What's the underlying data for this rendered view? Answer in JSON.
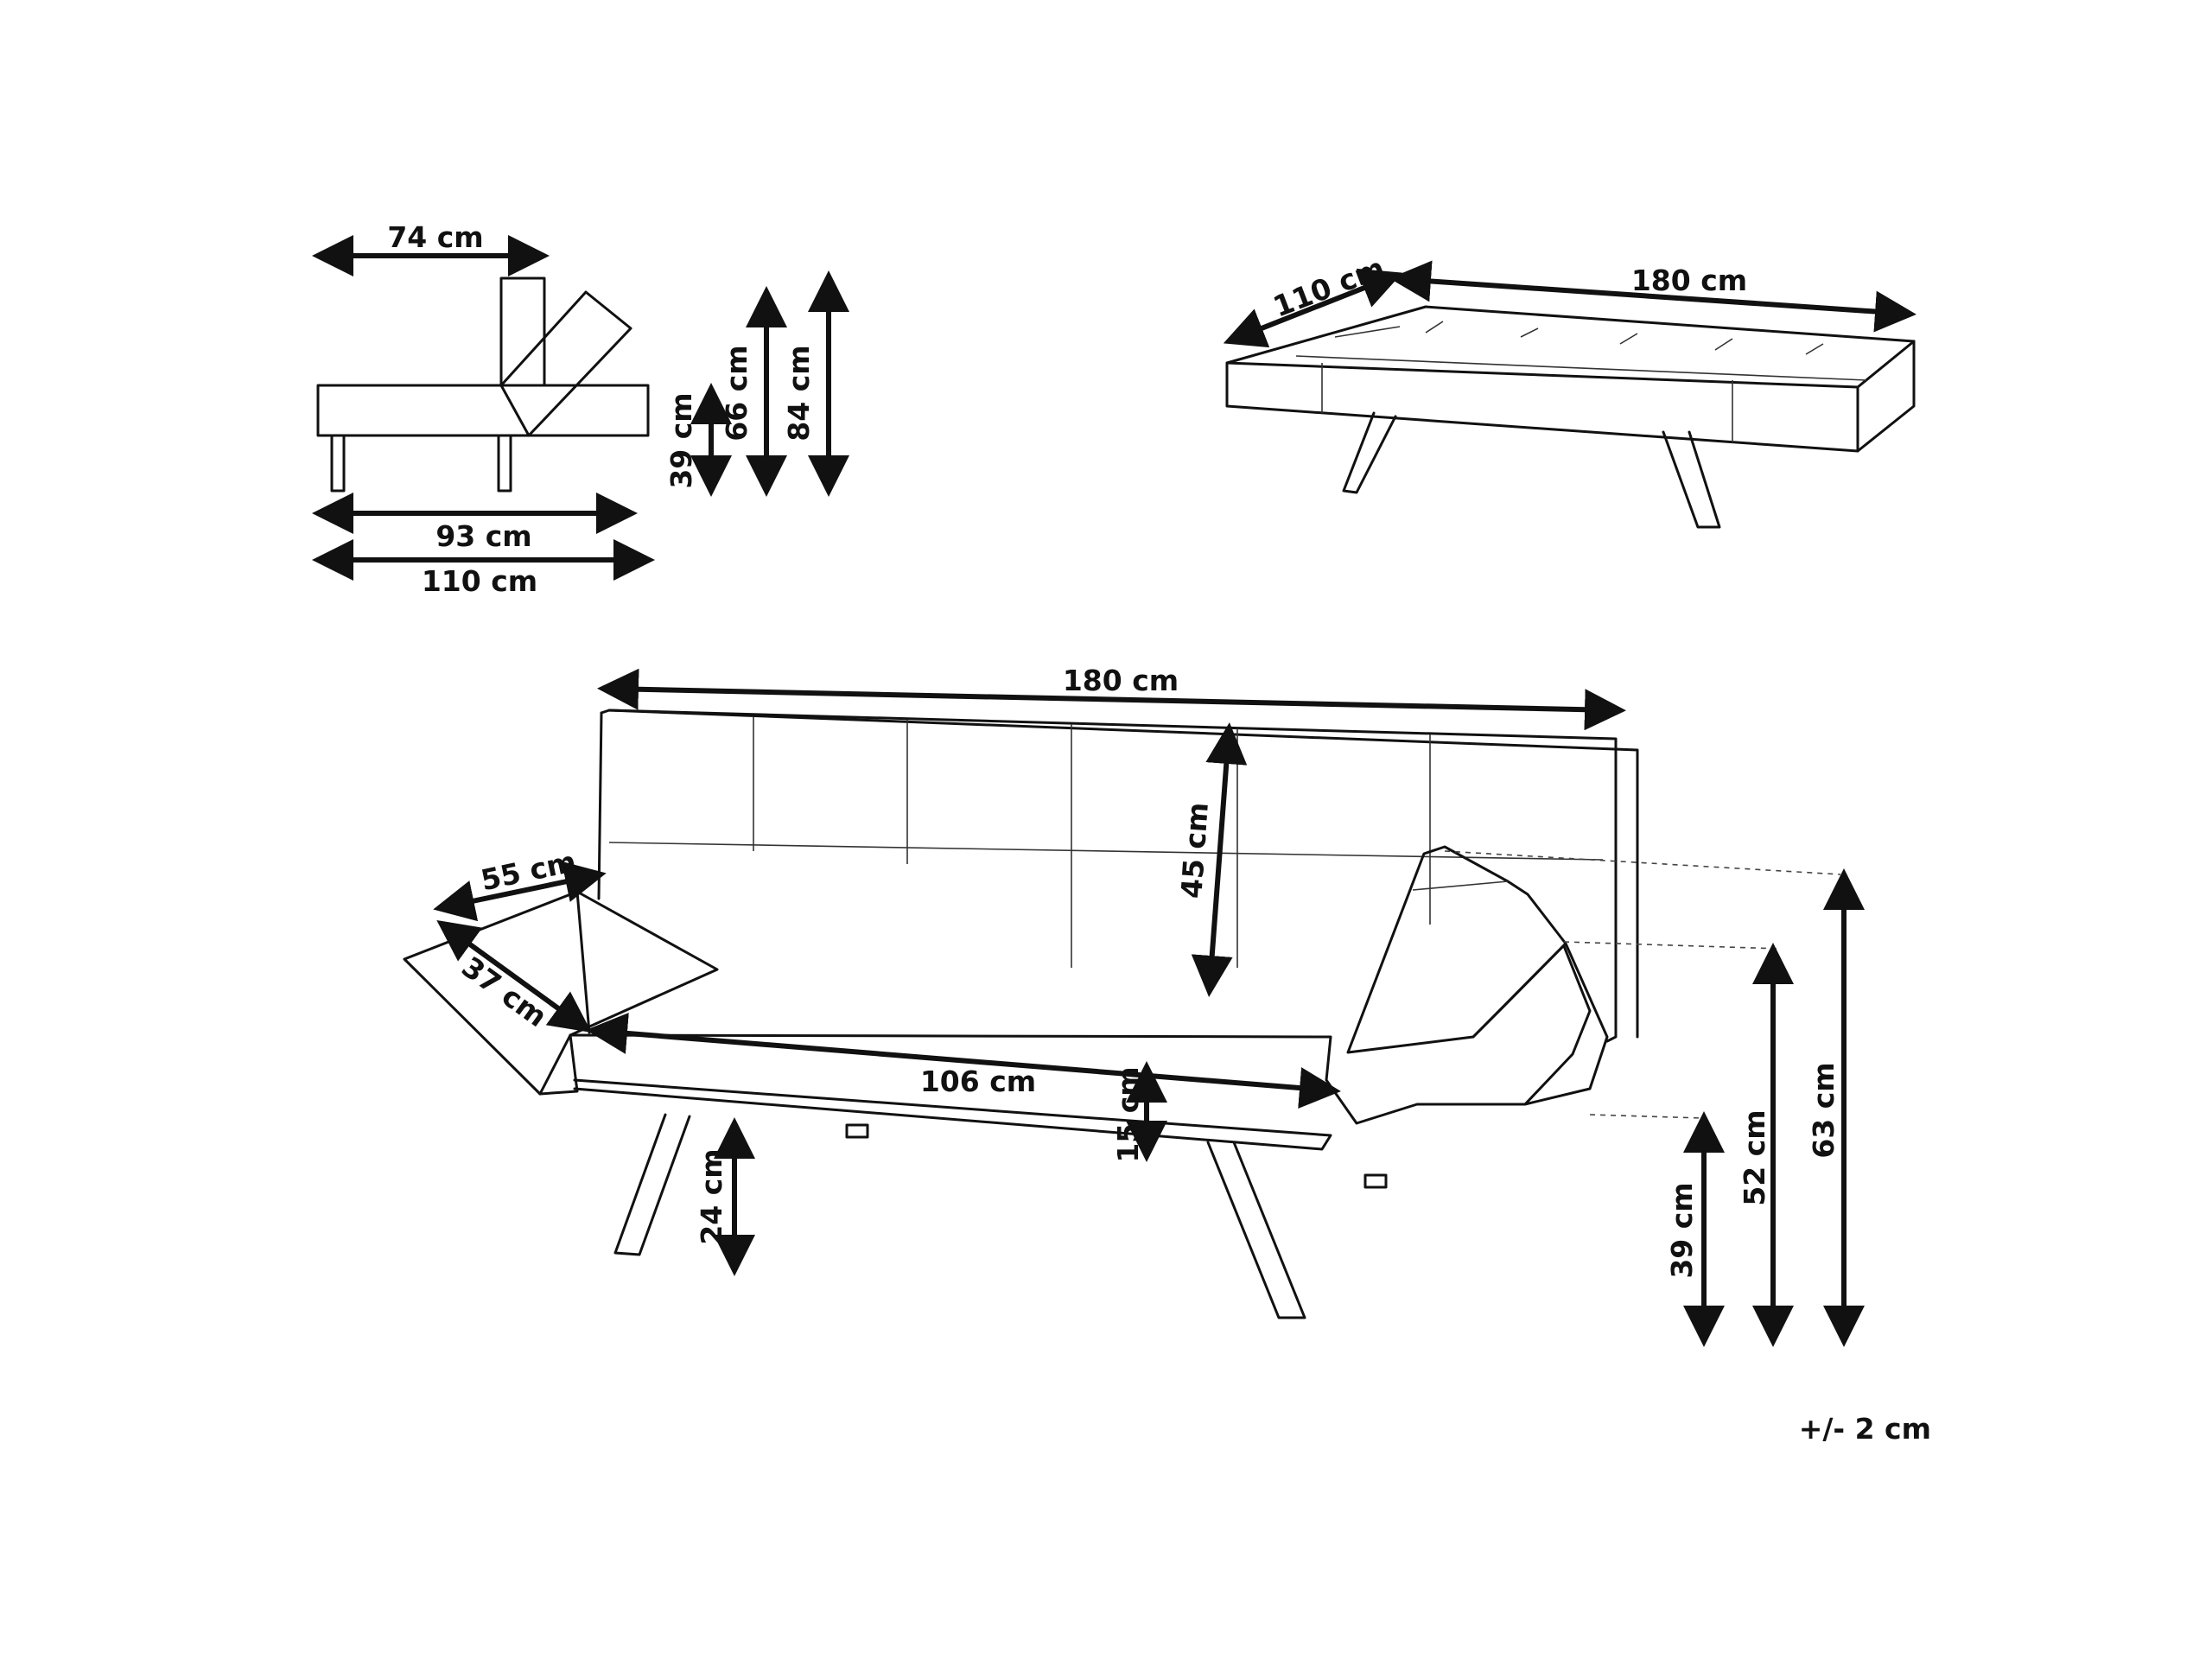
{
  "side_view": {
    "top_width": "74 cm",
    "seat_depth": "93 cm",
    "total_depth": "110 cm",
    "seat_height": "39 cm",
    "back_height": "66 cm",
    "total_height": "84 cm"
  },
  "bed_view": {
    "depth": "110 cm",
    "length": "180 cm"
  },
  "front_view": {
    "total_width": "180 cm",
    "backrest_height": "45 cm",
    "armrest_length": "55 cm",
    "armrest_width": "37 cm",
    "seat_width": "106 cm",
    "seat_thickness": "15 cm",
    "leg_height": "24 cm",
    "seat_height": "39 cm",
    "armrest_height": "52 cm",
    "total_height": "63 cm"
  },
  "tolerance": "+/- 2 cm"
}
